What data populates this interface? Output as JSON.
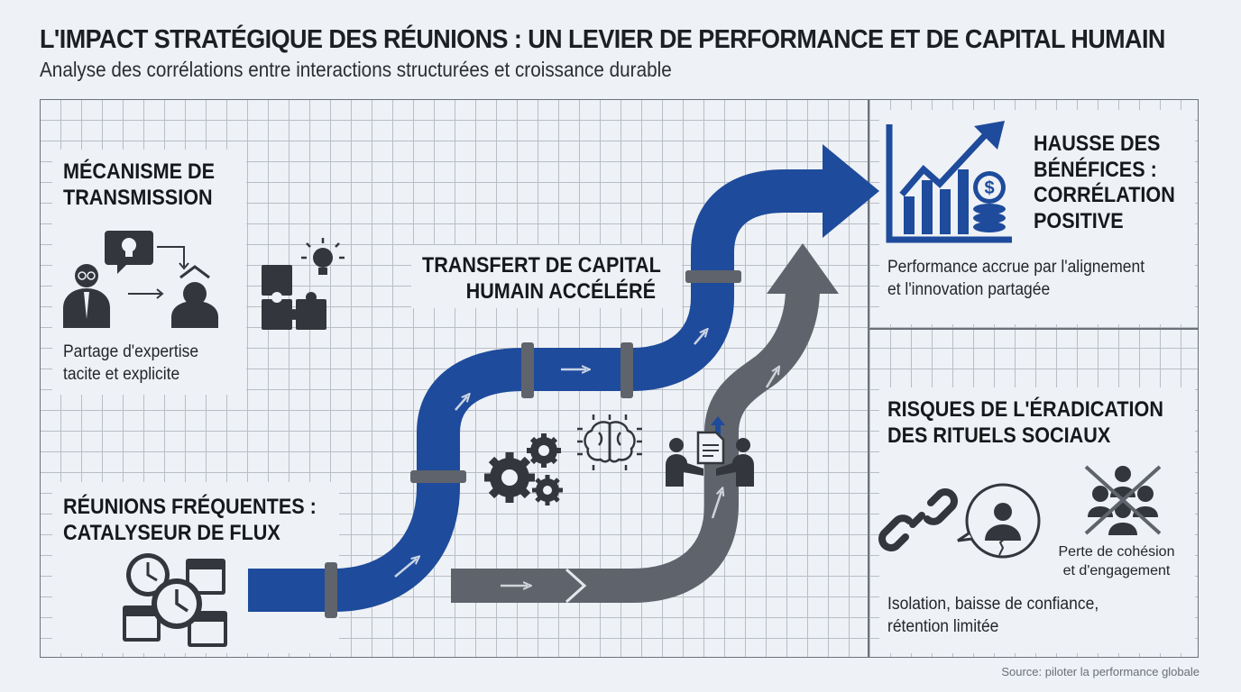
{
  "header": {
    "title": "L'IMPACT STRATÉGIQUE DES RÉUNIONS : UN LEVIER DE PERFORMANCE ET DE CAPITAL HUMAIN",
    "subtitle": "Analyse des corrélations entre interactions structurées et croissance durable"
  },
  "mechanism": {
    "title_line1": "MÉCANISME DE",
    "title_line2": "TRANSMISSION",
    "desc_line1": "Partage d'expertise",
    "desc_line2": "tacite et explicite",
    "icons": [
      "mentor-lightbulb-icon",
      "puzzle-lightbulb-icon"
    ]
  },
  "meetings": {
    "title_line1": "RÉUNIONS FRÉQUENTES :",
    "title_line2": "CATALYSEUR DE FLUX",
    "icons": [
      "clocks-calendars-icon"
    ]
  },
  "transfer": {
    "title_line1": "TRANSFERT DE CAPITAL",
    "title_line2": "HUMAIN ACCÉLÉRÉ",
    "icons": [
      "gears-icon",
      "brain-icon",
      "handshake-document-icon"
    ]
  },
  "profits": {
    "title_line1": "HAUSSE DES",
    "title_line2": "BÉNÉFICES :",
    "title_line3": "CORRÉLATION",
    "title_line4": "POSITIVE",
    "desc_line1": "Performance accrue par l'alignement",
    "desc_line2": "et l'innovation partagée",
    "icons": [
      "rising-chart-dollar-icon"
    ]
  },
  "risks": {
    "title_line1": "RISQUES DE L'ÉRADICATION",
    "title_line2": "DES RITUELS SOCIAUX",
    "loss_line1": "Perte de cohésion",
    "loss_line2": "et d'engagement",
    "desc_line1": "Isolation, baisse de confiance,",
    "desc_line2": "rétention limitée",
    "icons": [
      "broken-chain-icon",
      "isolated-person-icon",
      "crossed-team-icon"
    ]
  },
  "source": "Source: piloter la performance globale",
  "colors": {
    "pipe_blue": "#1e4b9b",
    "pipe_grey": "#5f636b",
    "icon_dark": "#33363c",
    "background": "#eef1f5"
  }
}
